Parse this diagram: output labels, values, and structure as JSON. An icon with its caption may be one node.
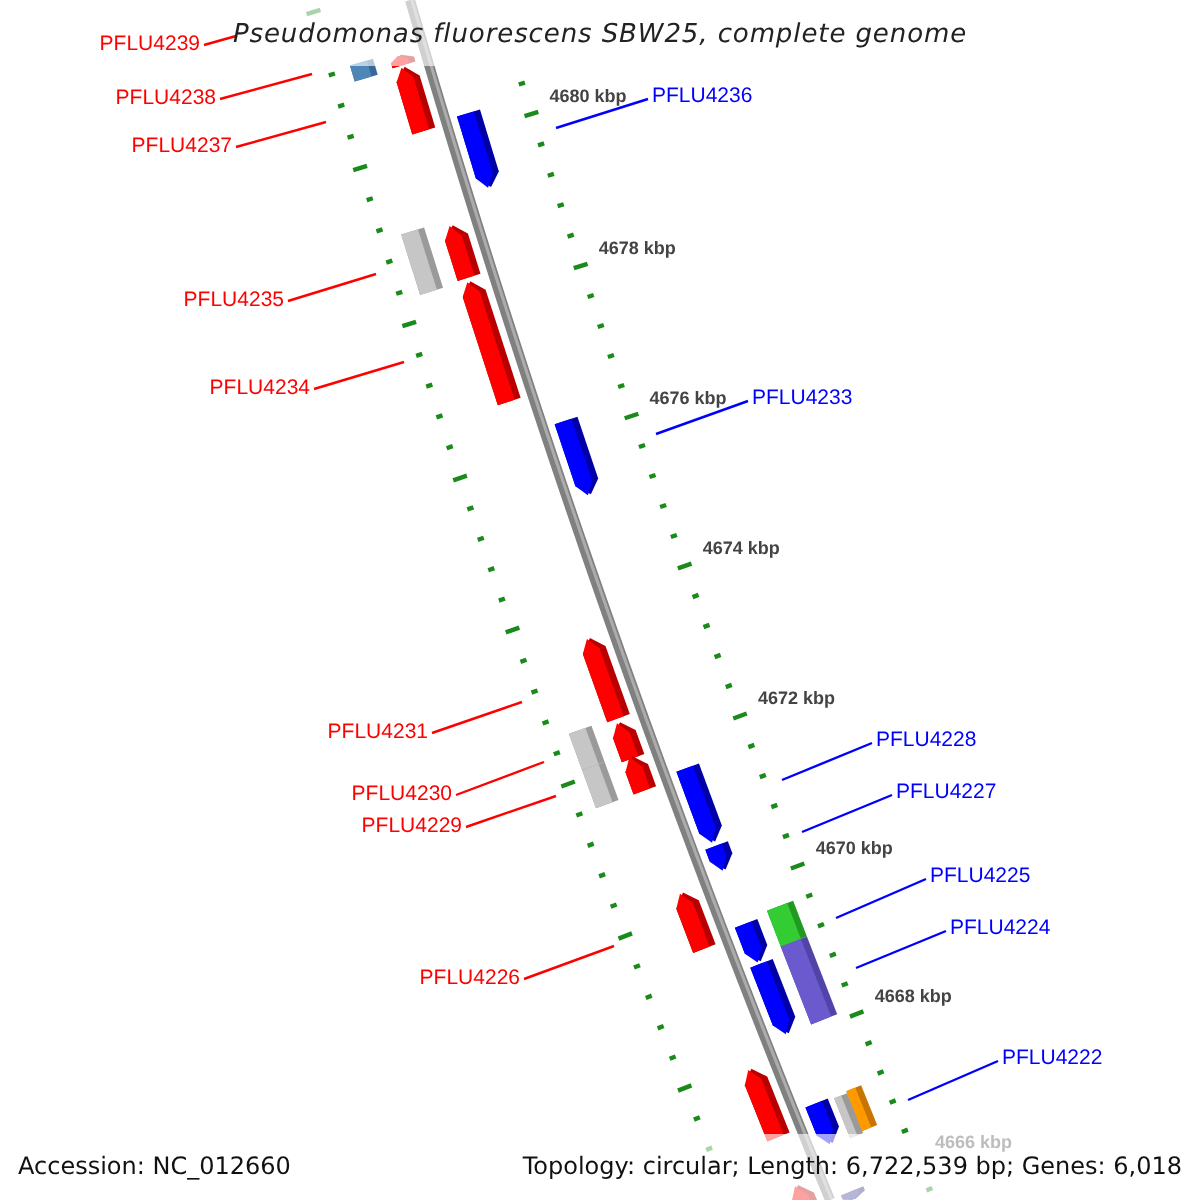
{
  "diagram": {
    "title": "Pseudomonas fluorescens SBW25, complete genome",
    "nodes": [
      {
        "text": [
          "PFLU4239"
        ]
      },
      {
        "text": [
          "PFLU4238"
        ]
      },
      {
        "text": [
          "PFLU4237"
        ]
      },
      {
        "text": [
          "PFLU4236"
        ]
      },
      {
        "text": [
          "PFLU4235"
        ]
      },
      {
        "text": [
          "PFLU4234"
        ]
      },
      {
        "text": [
          "PFLU4233"
        ]
      },
      {
        "text": [
          "PFLU4231"
        ]
      },
      {
        "text": [
          "PFLU4230"
        ]
      },
      {
        "text": [
          "PFLU4229"
        ]
      },
      {
        "text": [
          "PFLU4228"
        ]
      },
      {
        "text": [
          "PFLU4227"
        ]
      },
      {
        "text": [
          "PFLU4226"
        ]
      },
      {
        "text": [
          "PFLU4225"
        ]
      },
      {
        "text": [
          "PFLU4224"
        ]
      },
      {
        "text": [
          "PFLU4222"
        ]
      }
    ],
    "edges": [
      {
        "from": 0,
        "to": null,
        "arrow": "none"
      },
      {
        "from": 1,
        "to": null,
        "arrow": "none"
      },
      {
        "from": 2,
        "to": null,
        "arrow": "none"
      },
      {
        "from": 3,
        "to": null,
        "arrow": "none",
        "color": "#0000ff"
      },
      {
        "from": 4,
        "to": null,
        "arrow": "none"
      },
      {
        "from": 5,
        "to": null,
        "arrow": "none"
      },
      {
        "from": 6,
        "to": null,
        "arrow": "none",
        "color": "#0000ff"
      },
      {
        "from": 7,
        "to": null,
        "arrow": "none"
      },
      {
        "from": 8,
        "to": null,
        "arrow": "none"
      },
      {
        "from": 9,
        "to": null,
        "arrow": "none"
      },
      {
        "from": 10,
        "to": null,
        "arrow": "none",
        "color": "#0000ff"
      },
      {
        "from": 11,
        "to": null,
        "arrow": "none",
        "color": "#0000ff"
      },
      {
        "from": 12,
        "to": null,
        "arrow": "none"
      },
      {
        "from": 13,
        "to": null,
        "arrow": "none",
        "color": "#0000ff"
      },
      {
        "from": 14,
        "to": null,
        "arrow": "none",
        "color": "#0000ff"
      },
      {
        "from": 15,
        "to": null,
        "arrow": "none",
        "color": "#0000ff"
      }
    ],
    "labels": [
      "4680 kbp",
      "4678 kbp",
      "4676 kbp",
      "4674 kbp",
      "4672 kbp",
      "4670 kbp",
      "4668 kbp",
      "4666 kbp",
      "Accession: NC_012660",
      "Topology: circular; Length: 6,722,539 bp; Genes: 6,018"
    ]
  }
}
